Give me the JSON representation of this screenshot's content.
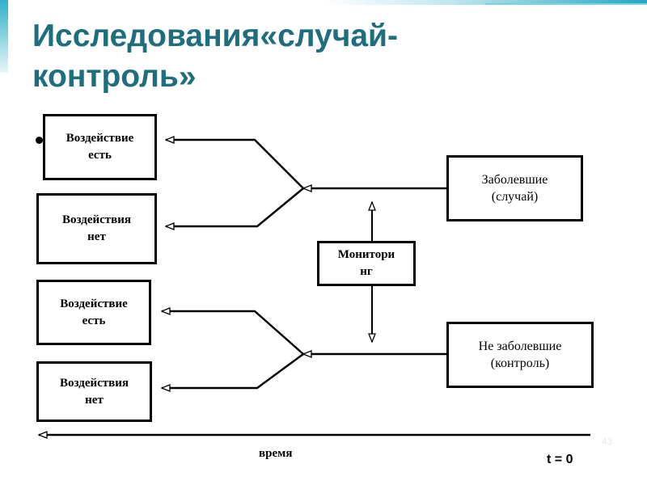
{
  "slide": {
    "title": "Исследования«случай-контроль»",
    "page_number": "43",
    "accent_color": "#1f6e7d"
  },
  "diagram": {
    "exposure_boxes": [
      {
        "label": "Воздействие\nесть"
      },
      {
        "label": "Воздействия\nнет"
      },
      {
        "label": "Воздействие\nесть"
      },
      {
        "label": "Воздействия\nнет"
      }
    ],
    "case_box": {
      "label": "Заболевшие\n(случай)"
    },
    "control_box": {
      "label": "Не заболевшие\n(контроль)"
    },
    "monitoring_box": {
      "label": "Монитори\nнг"
    },
    "time_axis": {
      "label": "время",
      "origin_label": "t = 0"
    }
  }
}
